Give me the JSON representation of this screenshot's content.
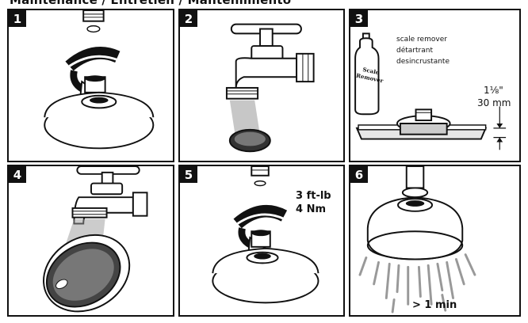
{
  "header": {
    "title": "Maintenance / Entretien / Mantenimiento"
  },
  "steps": [
    {
      "number": "1"
    },
    {
      "number": "2"
    },
    {
      "number": "3",
      "label_en": "scale remover",
      "label_fr": "détartrant",
      "label_es": "desincrustante",
      "bottle_label": "Scale Remover",
      "measure_in": "1⅛\"",
      "measure_mm": "30 mm"
    },
    {
      "number": "4"
    },
    {
      "number": "5",
      "torque_ftlb": "3 ft-lb",
      "torque_nm": "4 Nm"
    },
    {
      "number": "6",
      "duration": "> 1 min"
    }
  ]
}
